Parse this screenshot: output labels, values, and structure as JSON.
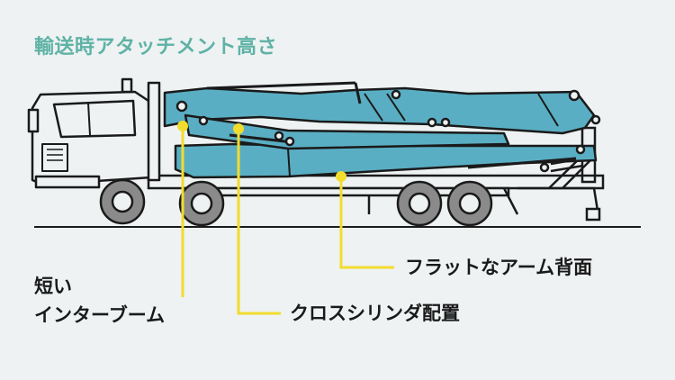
{
  "title": "輸送時アタッチメント高さ",
  "labels": {
    "short_boom_line1": "短い",
    "short_boom_line2": "インターブーム",
    "cross_cylinder": "クロスシリンダ配置",
    "flat_back": "フラットなアーム背面"
  },
  "colors": {
    "background": "#eef2f2",
    "title": "#5fb2a6",
    "arm": "#5aaec3",
    "outline": "#1a1a1a",
    "callout": "#f2dc2e"
  }
}
